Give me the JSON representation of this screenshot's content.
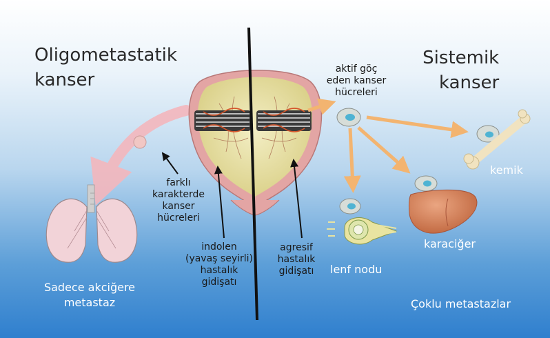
{
  "left_title": [
    "Oligometastatik",
    "kanser"
  ],
  "right_title": [
    "Sistemik",
    "kanser"
  ],
  "migrating_cells_label": [
    "aktif göç",
    "eden kanser",
    "hücreleri"
  ],
  "different_cells_label": [
    "farklı",
    "karakterde",
    "kanser",
    "hücreleri"
  ],
  "indolent_label": [
    "indolen",
    "(yavaş seyirli)",
    "hastalık",
    "gidişatı"
  ],
  "aggressive_label": [
    "agresif",
    "hastalık",
    "gidişatı"
  ],
  "lung_label": [
    "Sadece akciğere",
    "metastaz"
  ],
  "lymph_node_label": "lenf nodu",
  "liver_label": "karaciğer",
  "bone_label": "kemik",
  "multiple_metastases_label": "Çoklu metastazlar",
  "colors": {
    "pink_arrow": "#f4b7bd",
    "orange_arrow": "#f3b470",
    "divider": "#111111",
    "prostate_outer": "#e3a5a4",
    "prostate_inner": "#e9e2a6",
    "liver": "#d98460",
    "cell": "#d7ddd8",
    "cell_nucleus": "#4fb3d3"
  }
}
